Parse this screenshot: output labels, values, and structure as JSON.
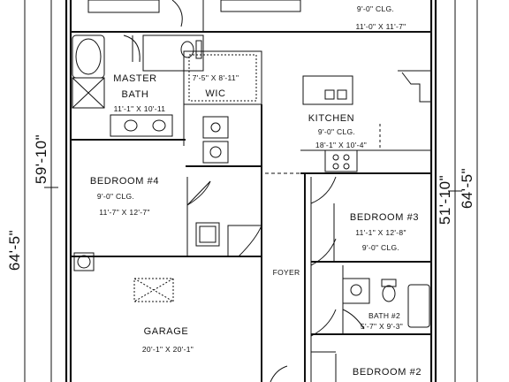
{
  "dimensions": {
    "left_outer": "64'-5\"",
    "left_inner": "59'-10\"",
    "right_inner": "51'-10\"",
    "right_outer": "64'-5\""
  },
  "rooms": {
    "top_clg": "9'-0\" CLG.",
    "top_size": "11'-0\" X 11'-7\"",
    "master_name_1": "MASTER",
    "master_name_2": "BATH",
    "master_size": "11'-1\" X 10'-11",
    "wic_size": "7'-5\" X 8'-11\"",
    "wic_name": "WIC",
    "kitchen_name": "KITCHEN",
    "kitchen_clg": "9'-0\" CLG.",
    "kitchen_size": "18'-1\" X 10'-4\"",
    "bed4_name": "BEDROOM #4",
    "bed4_clg": "9'-0\" CLG.",
    "bed4_size": "11'-7\" X 12'-7\"",
    "bed3_name": "BEDROOM #3",
    "bed3_size": "11'-1\" X 12'-8\"",
    "bed3_clg": "9'-0\" CLG.",
    "foyer_name": "FOYER",
    "bath2_name": "BATH #2",
    "bath2_size": "5'-7\" X 9'-3\"",
    "garage_name": "GARAGE",
    "garage_size": "20'-1\" X 20'-1\"",
    "bed2_name": "BEDROOM #2"
  }
}
